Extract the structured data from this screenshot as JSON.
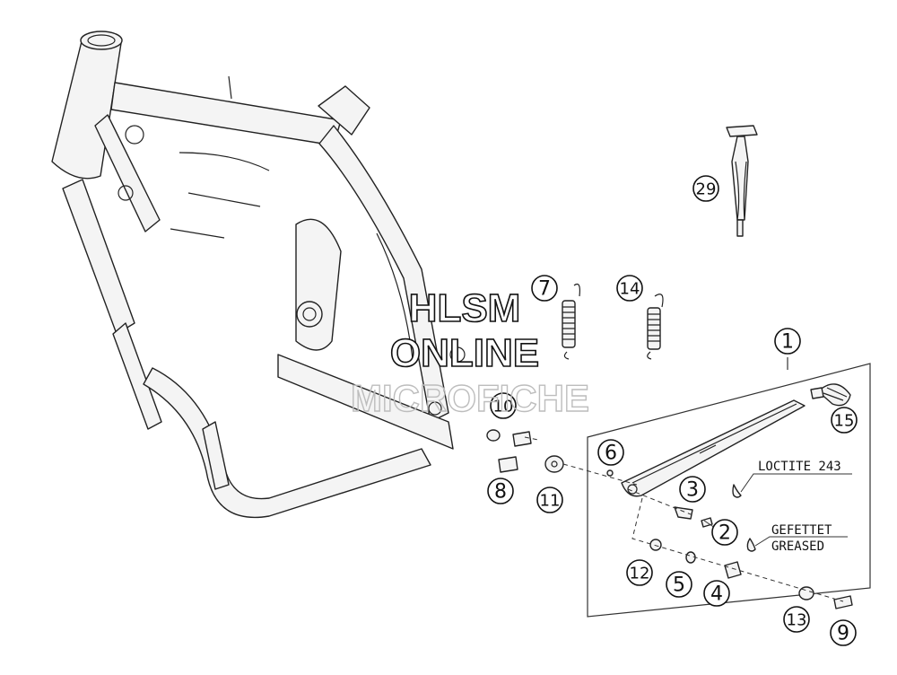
{
  "watermark": {
    "line1": "HLSM",
    "line2": "ONLINE",
    "line3": "MICROFICHE"
  },
  "notes": {
    "loctite": "LOCTITE 243",
    "gefettet": "GEFETTET",
    "greased": "GREASED"
  },
  "callouts": {
    "c1": "1",
    "c2": "2",
    "c3": "3",
    "c4": "4",
    "c5": "5",
    "c6": "6",
    "c7": "7",
    "c8": "8",
    "c9": "9",
    "c10": "10",
    "c11": "11",
    "c12": "12",
    "c13": "13",
    "c14": "14",
    "c15": "15",
    "c29": "29"
  }
}
